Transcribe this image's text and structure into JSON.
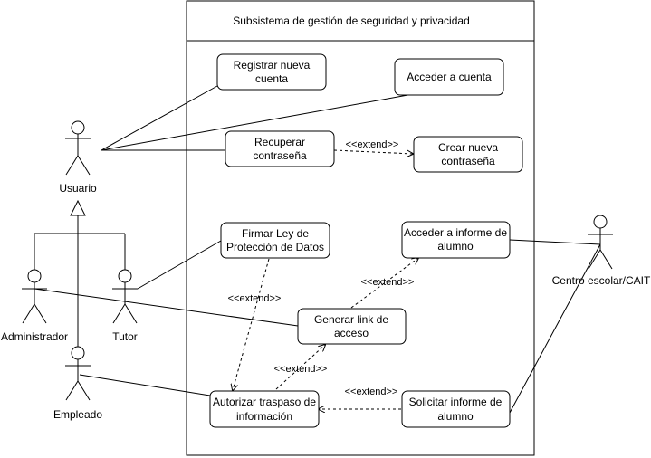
{
  "system": {
    "title": "Subsistema de gestión de seguridad y privacidad"
  },
  "actors": {
    "usuario": "Usuario",
    "administrador": "Administrador",
    "tutor": "Tutor",
    "empleado": "Empleado",
    "centro": "Centro escolar/CAIT"
  },
  "usecases": {
    "registrar": [
      "Registrar nueva",
      "cuenta"
    ],
    "acceder_cuenta": [
      "Acceder a cuenta"
    ],
    "recuperar": [
      "Recuperar",
      "contraseña"
    ],
    "crear": [
      "Crear nueva",
      "contraseña"
    ],
    "firmar": [
      "Firmar Ley de",
      "Protección de Datos"
    ],
    "acceder_informe": [
      "Acceder a informe de",
      "alumno"
    ],
    "generar": [
      "Generar link de",
      "acceso"
    ],
    "autorizar": [
      "Autorizar traspaso de",
      "información"
    ],
    "solicitar": [
      "Solicitar informe de",
      "alumno"
    ]
  },
  "relations": {
    "extend_label": "<<extend>>"
  }
}
